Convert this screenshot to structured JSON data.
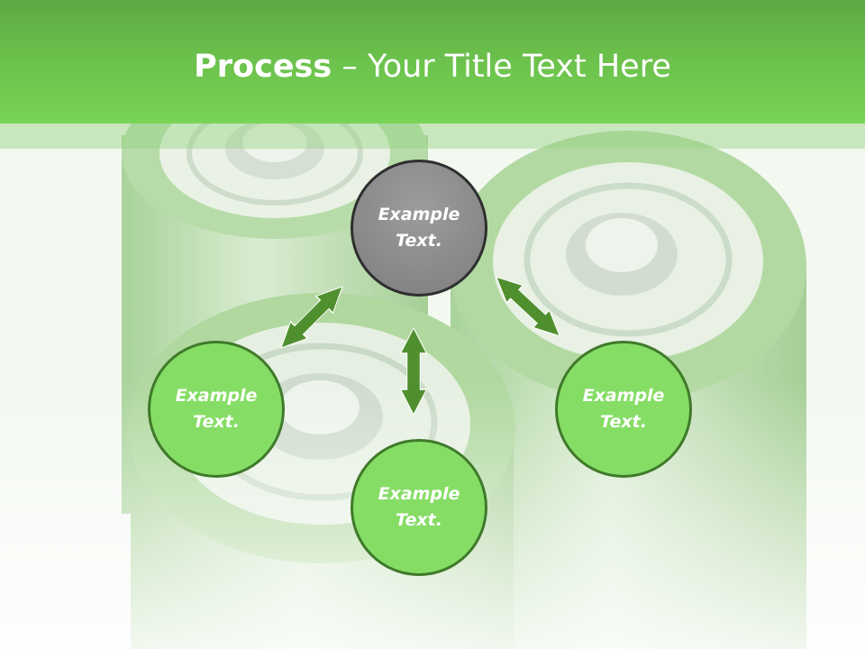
{
  "slide": {
    "title_bold": "Process",
    "title_rest": " – Your Title Text Here"
  },
  "nodes": {
    "top": "Example Text.",
    "left": "Example Text.",
    "bottom": "Example Text.",
    "right": "Example Text."
  },
  "colors": {
    "title_band": "#6cc24c",
    "node_fill": "#86dd66",
    "node_center_fill": "#8c8c8c",
    "arrow": "#4f8f2e"
  },
  "background_image": "green batteries"
}
